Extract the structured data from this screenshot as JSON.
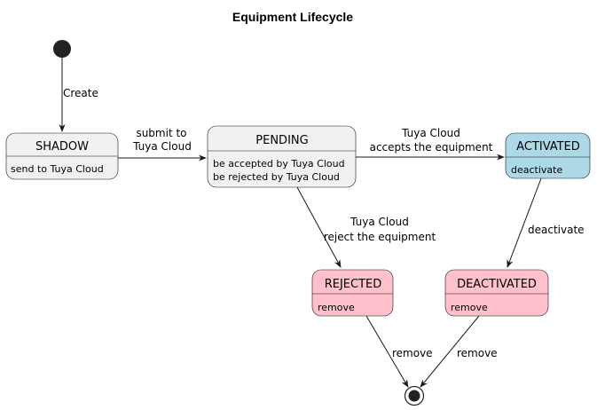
{
  "diagram": {
    "title": "Equipment Lifecycle",
    "colors": {
      "default_state": "#f1f1f1",
      "activated_state": "#add8e6",
      "rejected_state": "#ffc0cb",
      "line": "#181818"
    },
    "states": {
      "shadow": {
        "name": "SHADOW",
        "desc": "send to Tuya Cloud"
      },
      "pending": {
        "name": "PENDING",
        "desc1": "be accepted by Tuya Cloud",
        "desc2": "be rejected by Tuya Cloud"
      },
      "activated": {
        "name": "ACTIVATED",
        "desc": "deactivate"
      },
      "rejected": {
        "name": "REJECTED",
        "desc": "remove"
      },
      "deactivated": {
        "name": "DEACTIVATED",
        "desc": "remove"
      }
    },
    "transitions": {
      "create": "Create",
      "submit_line1": "submit to",
      "submit_line2": "Tuya Cloud",
      "accept_line1": "Tuya Cloud",
      "accept_line2": "accepts the equipment",
      "reject_line1": "Tuya Cloud",
      "reject_line2": "reject the equipment",
      "deactivate": "deactivate",
      "remove_rejected": "remove",
      "remove_deactivated": "remove"
    }
  }
}
